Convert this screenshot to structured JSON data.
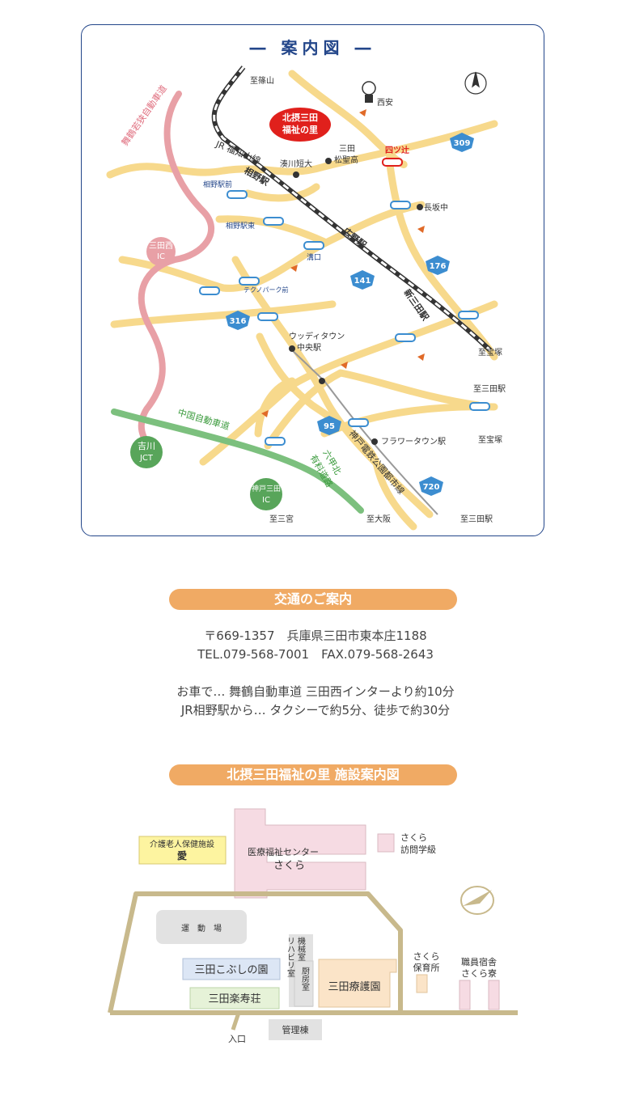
{
  "map": {
    "title": "― 案内図 ―",
    "facility_badge": [
      "北摂三田",
      "福祉の里"
    ],
    "labels": {
      "sasayama": "至篠山",
      "seian": "西安",
      "yotsutsuji": "四ツ辻",
      "jr_line": "JR 福知山線",
      "aino_station": "相野駅",
      "minatogawa": "湊川短大",
      "sanda_shoyo": [
        "三田",
        "松聖高"
      ],
      "aino_ekimae": "相野駅前",
      "aino_ekihigashi": "相野駅東",
      "hirono_station": "広野駅",
      "nagasaka": "長坂中",
      "mizoguchi": "溝口",
      "sanda_nishi_ic": [
        "三田西",
        "IC"
      ],
      "maizuru_exp": "舞鶴若狭自動車道",
      "techno_park": "テクノパーク前",
      "shinsanda_station": "新三田駅",
      "woody_town": [
        "ウッディタウン",
        "中央駅"
      ],
      "to_takarazuka_1": "至宝塚",
      "to_sanda_station_1": "至三田駅",
      "to_takarazuka_2": "至宝塚",
      "chugoku_exp": "中国自動車道",
      "yokawa_jct": [
        "吉川",
        "JCT"
      ],
      "kobe_sanda_ic": [
        "神戸三田",
        "IC"
      ],
      "rokko_kita": [
        "六甲北",
        "有料道路"
      ],
      "kobe_dentetsu": "神戸電鉄公園都市線",
      "flower_town": "フラワータウン駅",
      "to_sannomiya": "至三宮",
      "to_osaka": "至大阪",
      "to_sanda_station_2": "至三田駅"
    },
    "route_numbers": [
      "309",
      "176",
      "141",
      "316",
      "95",
      "720"
    ],
    "colors": {
      "frame": "#23468a",
      "road": "#f7d98c",
      "maizuru_expressway": "#e8a0a6",
      "chugoku_expressway": "#7cc07e",
      "route_shield": "#3c8dd0",
      "facility": "#e0201c",
      "arrow": "#e06a28"
    }
  },
  "access": {
    "heading": "交通のご案内",
    "address": "〒669-1357　兵庫県三田市東本庄1188",
    "phone": "TEL.079-568-7001　FAX.079-568-2643",
    "by_car": "お車で… 舞鶴自動車道 三田西インターより約10分",
    "by_train": "JR相野駅から… タクシーで約5分、徒歩で約30分"
  },
  "facility_map": {
    "heading": "北摂三田福祉の里 施設案内図",
    "kaigo": [
      "介護老人保健施設",
      "愛"
    ],
    "medical_center": [
      "医療福祉センター",
      "さくら"
    ],
    "sakura_houmon": [
      "さくら",
      "訪問学級"
    ],
    "ground": "運　動　場",
    "kobushi": "三田こぶしの園",
    "rakujuso": "三田楽寿荘",
    "ryogoen": "三田療護園",
    "kikai_rehab": [
      "機械室",
      "リハビリ室"
    ],
    "chubo": "厨房室",
    "hoikusho": [
      "さくら",
      "保育所"
    ],
    "shukusha": [
      "職員宿舎",
      "さくら寮"
    ],
    "kanri": "管理棟",
    "entrance": "入口",
    "colors": {
      "outline": "#c8b98c",
      "pink": "#f6dbe3",
      "yellow": "#fdf4a0",
      "blue": "#dce6f5",
      "green": "#e6f2d8",
      "peach": "#fbe4c8",
      "grey": "#e2e2e2"
    }
  }
}
